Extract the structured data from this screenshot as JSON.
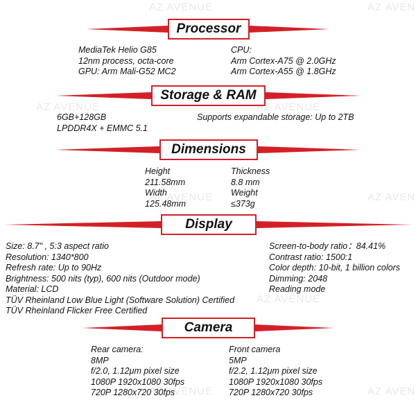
{
  "watermark": "AZ AVENUE",
  "accent_color": "#d32027",
  "sections": {
    "processor": {
      "title": "Processor",
      "left": [
        "MediaTek Helio G85",
        "12nm process, octa-core",
        "GPU: Arm Mali-G52 MC2"
      ],
      "right": [
        "CPU:",
        "Arm Cortex-A75 @ 2.0GHz",
        "Arm Cortex-A55 @ 1.8GHz"
      ]
    },
    "storage": {
      "title": "Storage & RAM",
      "left": [
        "6GB+128GB",
        "LPDDR4X + EMMC 5.1"
      ],
      "right": [
        "Supports expandable storage: Up to 2TB"
      ]
    },
    "dimensions": {
      "title": "Dimensions",
      "left": [
        "Height",
        "211.58mm",
        "Width",
        "125.48mm"
      ],
      "right": [
        "Thickness",
        "8.8 mm",
        "Weight",
        "≤373g"
      ]
    },
    "display": {
      "title": "Display",
      "left": [
        "Size: 8.7\" , 5:3 aspect ratio",
        "Resolution: 1340*800",
        "Refresh rate: Up to 90Hz",
        "Brightness: 500 nits (typ), 600 nits (Outdoor mode)",
        "Material: LCD",
        "TÜV Rheinland Low Blue Light (Software Solution) Certified",
        "TÜV Rheinland Flicker Free Certified"
      ],
      "right": [
        "Screen-to-body ratio：84.41%",
        "Contrast ratio: 1500:1",
        "Color depth: 10-bit, 1 billion colors",
        "Dimming: 2048",
        "Reading mode"
      ]
    },
    "camera": {
      "title": "Camera",
      "left": [
        "Rear camera:",
        "8MP",
        "f/2.0, 1.12μm pixel size",
        "1080P 1920x1080 30fps",
        "720P 1280x720 30fps"
      ],
      "right": [
        "Front camera",
        "5MP",
        "f/2.2, 1.12μm pixel size",
        "1080P 1920x1080 30fps",
        "720P 1280x720 30fps"
      ]
    }
  }
}
